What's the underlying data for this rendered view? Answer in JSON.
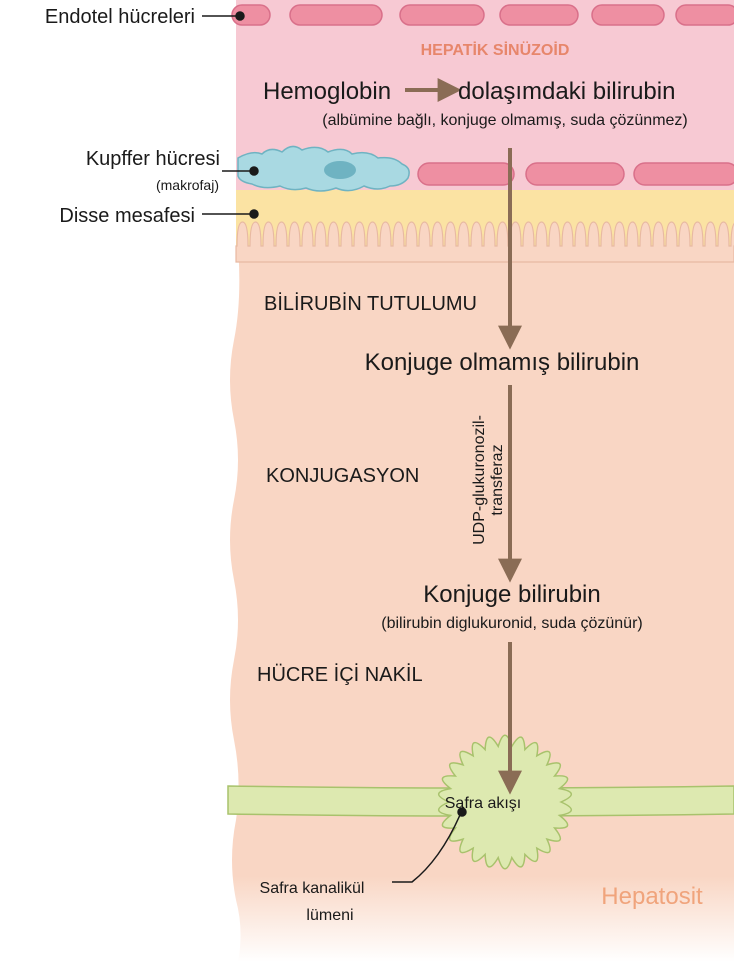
{
  "labels": {
    "endothelial": "Endotel hücreleri",
    "kupffer": "Kupffer hücresi",
    "kupffer_sub": "(makrofaj)",
    "disse": "Disse mesafesi",
    "canaliculus_line1": "Safra kanalikül",
    "canaliculus_line2": "lümeni",
    "hepatocyte": "Hepatosit"
  },
  "sinusoid": {
    "title": "HEPATİK SİNÜZOİD",
    "hemoglobin": "Hemoglobin",
    "circulating_bilirubin": "dolaşımdaki bilirubin",
    "circulating_note": "(albümine bağlı, konjuge olmamış, suda çözünmez)"
  },
  "steps": {
    "uptake": "BİLİRUBİN TUTULUMU",
    "unconjugated": "Konjuge olmamış bilirubin",
    "conjugation": "KONJUGASYON",
    "enzyme_line1": "UDP-glukuronozil-",
    "enzyme_line2": "transferaz",
    "conjugated": "Konjuge bilirubin",
    "conjugated_note": "(bilirubin diglukuronid, suda çözünür)",
    "transport": "HÜCRE İÇİ NAKİL",
    "bile_flow": "Safra akışı"
  },
  "colors": {
    "sinusoid_bg": "#f7c9d3",
    "endothelial_cell": "#ee8fa2",
    "kupffer_cell": "#a9d9e2",
    "disse_space": "#fbe3a3",
    "hepatocyte_bg": "#f9d6c4",
    "canaliculus": "#dde9b0",
    "arrow": "#8a6c55"
  }
}
